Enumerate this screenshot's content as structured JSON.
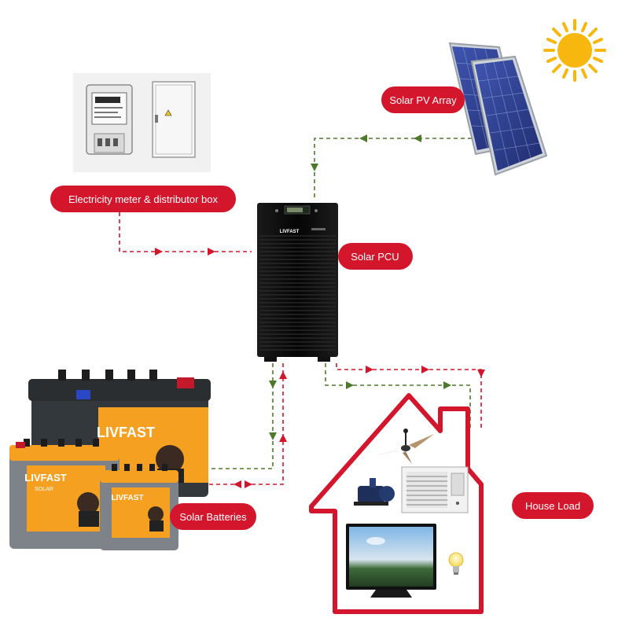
{
  "colors": {
    "label_bg": "#d4162c",
    "ac_flow": "#d4162c",
    "dc_flow": "#4d7a2a",
    "house_outline": "#d4162c",
    "pcu_body": "#0c0c0c",
    "battery_top": "#f5a020",
    "battery_body": "#7d8388",
    "solar_cell": "#2b3d8f",
    "sun": "#f7b70f"
  },
  "labels": {
    "solar_pv": "Solar PV Array",
    "meter": "Electricity meter & distributor box",
    "pcu": "Solar PCU",
    "batteries": "Solar Batteries",
    "house_load": "House Load"
  },
  "brand": {
    "pcu_logo": "LIVFAST",
    "battery_logo": "LIVFAST",
    "battery_solar": "SOLAR"
  },
  "icons": [
    "sun-icon",
    "solar-panel-icon",
    "energy-meter-icon",
    "distribution-box-icon",
    "pcu-icon",
    "battery-icon",
    "ceiling-fan-icon",
    "water-pump-icon",
    "air-conditioner-icon",
    "television-icon",
    "light-bulb-icon",
    "house-icon"
  ]
}
